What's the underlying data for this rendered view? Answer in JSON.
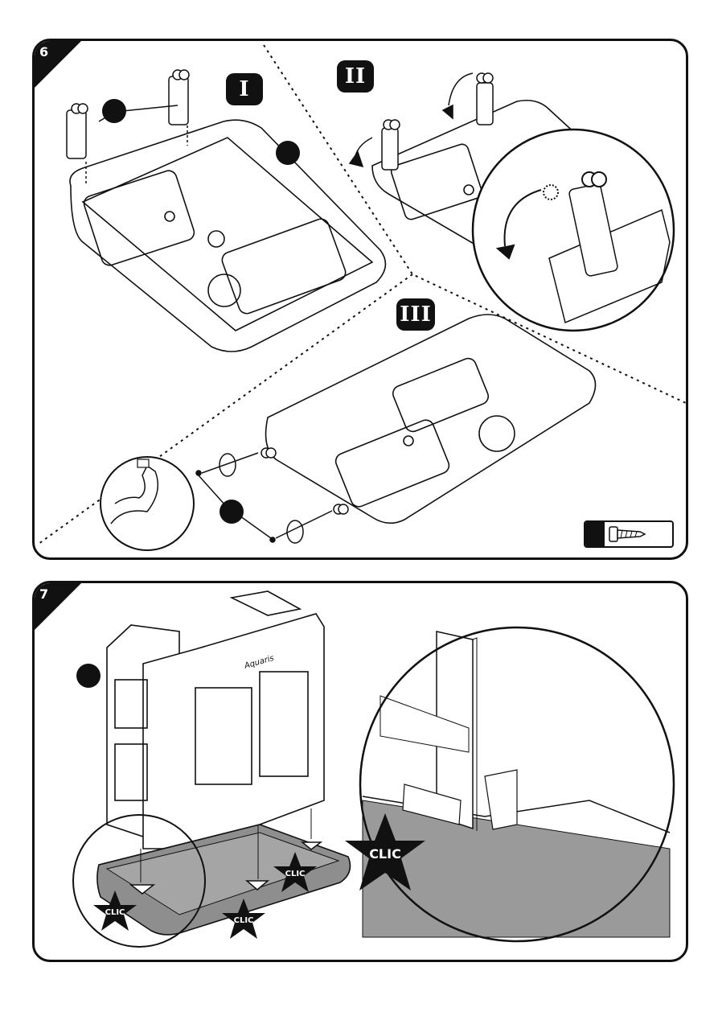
{
  "step6": {
    "number": "6",
    "stage_I": "I",
    "stage_II": "II",
    "stage_III": "III",
    "screw_icon": "screw-icon"
  },
  "step7": {
    "number": "7",
    "clic_labels": [
      "CLIC",
      "CLIC",
      "CLIC",
      "CLIC"
    ],
    "brand": "Aquaris"
  },
  "colors": {
    "ink": "#111111",
    "gray": "#8e8e8e",
    "paper": "#ffffff"
  }
}
